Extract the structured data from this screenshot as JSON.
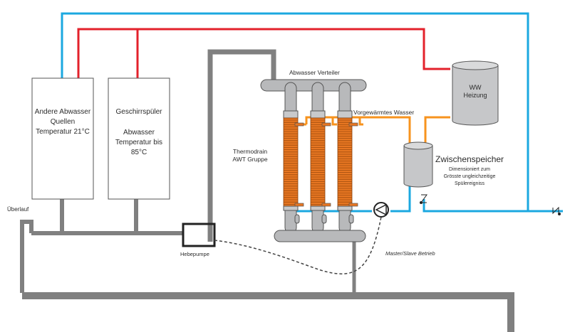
{
  "diagram": {
    "title": "Thermodrain Abwasser-Wärmerückgewinnung Schema",
    "colors": {
      "cold_water": "#1ba8e0",
      "hot_water": "#e3212b",
      "preheated_water": "#f7931e",
      "waste_water": "#808080",
      "coil": "#e87722",
      "pipe_body": "#b8b9bb"
    },
    "sources": [
      {
        "lines": [
          "Andere Abwasser",
          "Quellen",
          "Temperatur 21°C"
        ]
      },
      {
        "lines": [
          "Geschirrspüler",
          "",
          "Abwasser",
          "Temperatur bis",
          "85°C"
        ]
      }
    ],
    "labels": {
      "distributor": "Abwasser Verteiler",
      "awt_group": [
        "Thermodrain",
        "AWT Gruppe"
      ],
      "preheated_water": "Vorgewärmtes Wasser",
      "ww_heater": [
        "WW",
        "Heizung"
      ],
      "buffer_title": "Zwischenspeicher",
      "buffer_desc": [
        "Dimensioniert zum",
        "Grösste ungleichzeitige",
        "Spülereigniss"
      ],
      "overflow": "Überlauf",
      "lift_pump": "Hebepumpe",
      "master_slave": "Master/Slave Betrieb"
    },
    "icons": {
      "pump": "circulation-pump-icon",
      "check_valve": "check-valve-icon",
      "inlet_valve": "inlet-valve-icon"
    }
  }
}
